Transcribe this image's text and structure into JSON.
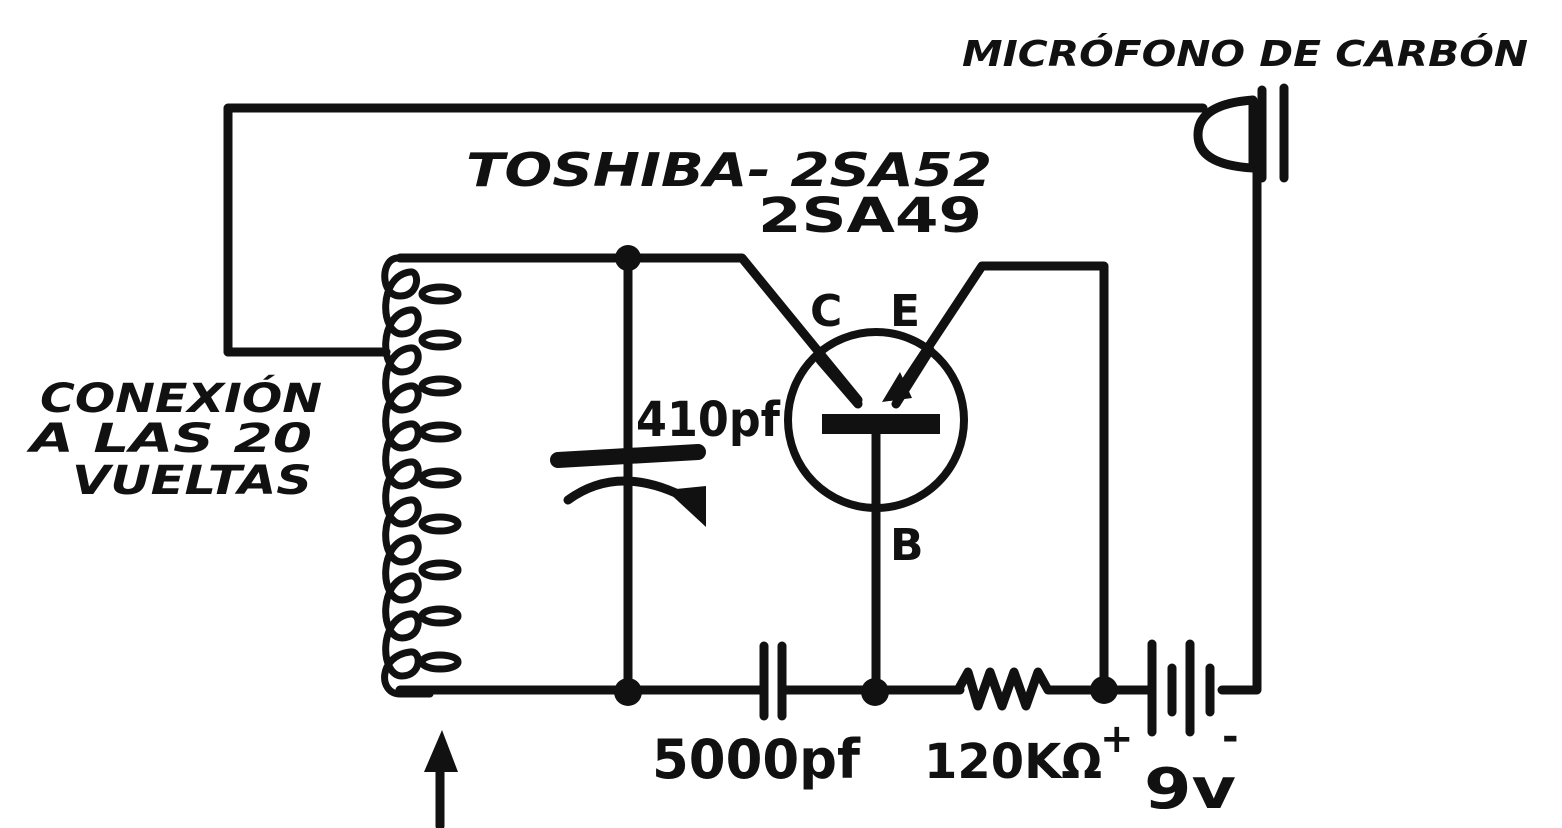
{
  "labels": {
    "microphone": "MICRÓFONO DE CARBÓN",
    "transistor_line1": "TOSHIBA- 2SA52",
    "transistor_line2": "2SA49",
    "tap_line1": "CONEXIÓN",
    "tap_line2": "A LAS 20",
    "tap_line3": "VUELTAS",
    "collector": "C",
    "emitter": "E",
    "base": "B",
    "variable_cap": "410pf",
    "coupling_cap": "5000pf",
    "resistor": "120KΩ",
    "battery": "9v",
    "plus": "+",
    "minus": "-"
  }
}
